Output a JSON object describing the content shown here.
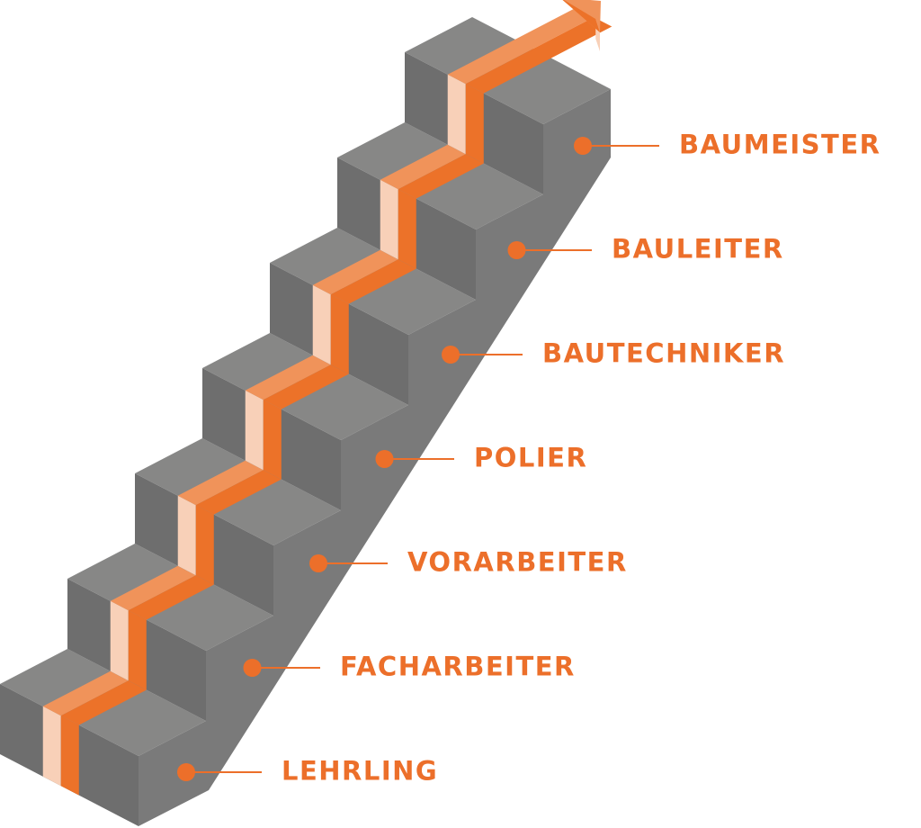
{
  "title": "Career staircase",
  "levels": [
    {
      "label": "LEHRLING"
    },
    {
      "label": "FACHARBEITER"
    },
    {
      "label": "VORARBEITER"
    },
    {
      "label": "POLIER"
    },
    {
      "label": "BAUTECHNIKER"
    },
    {
      "label": "BAULEITER"
    },
    {
      "label": "BAUMEISTER"
    }
  ],
  "colors": {
    "step_top": "#878786",
    "step_riser": "#6e6e6e",
    "step_side": "#7a7a7a",
    "arrow_main": "#ec7229",
    "arrow_light": "#f0935a",
    "arrow_pale": "#f8d0b8",
    "label": "#ec6f2a"
  }
}
